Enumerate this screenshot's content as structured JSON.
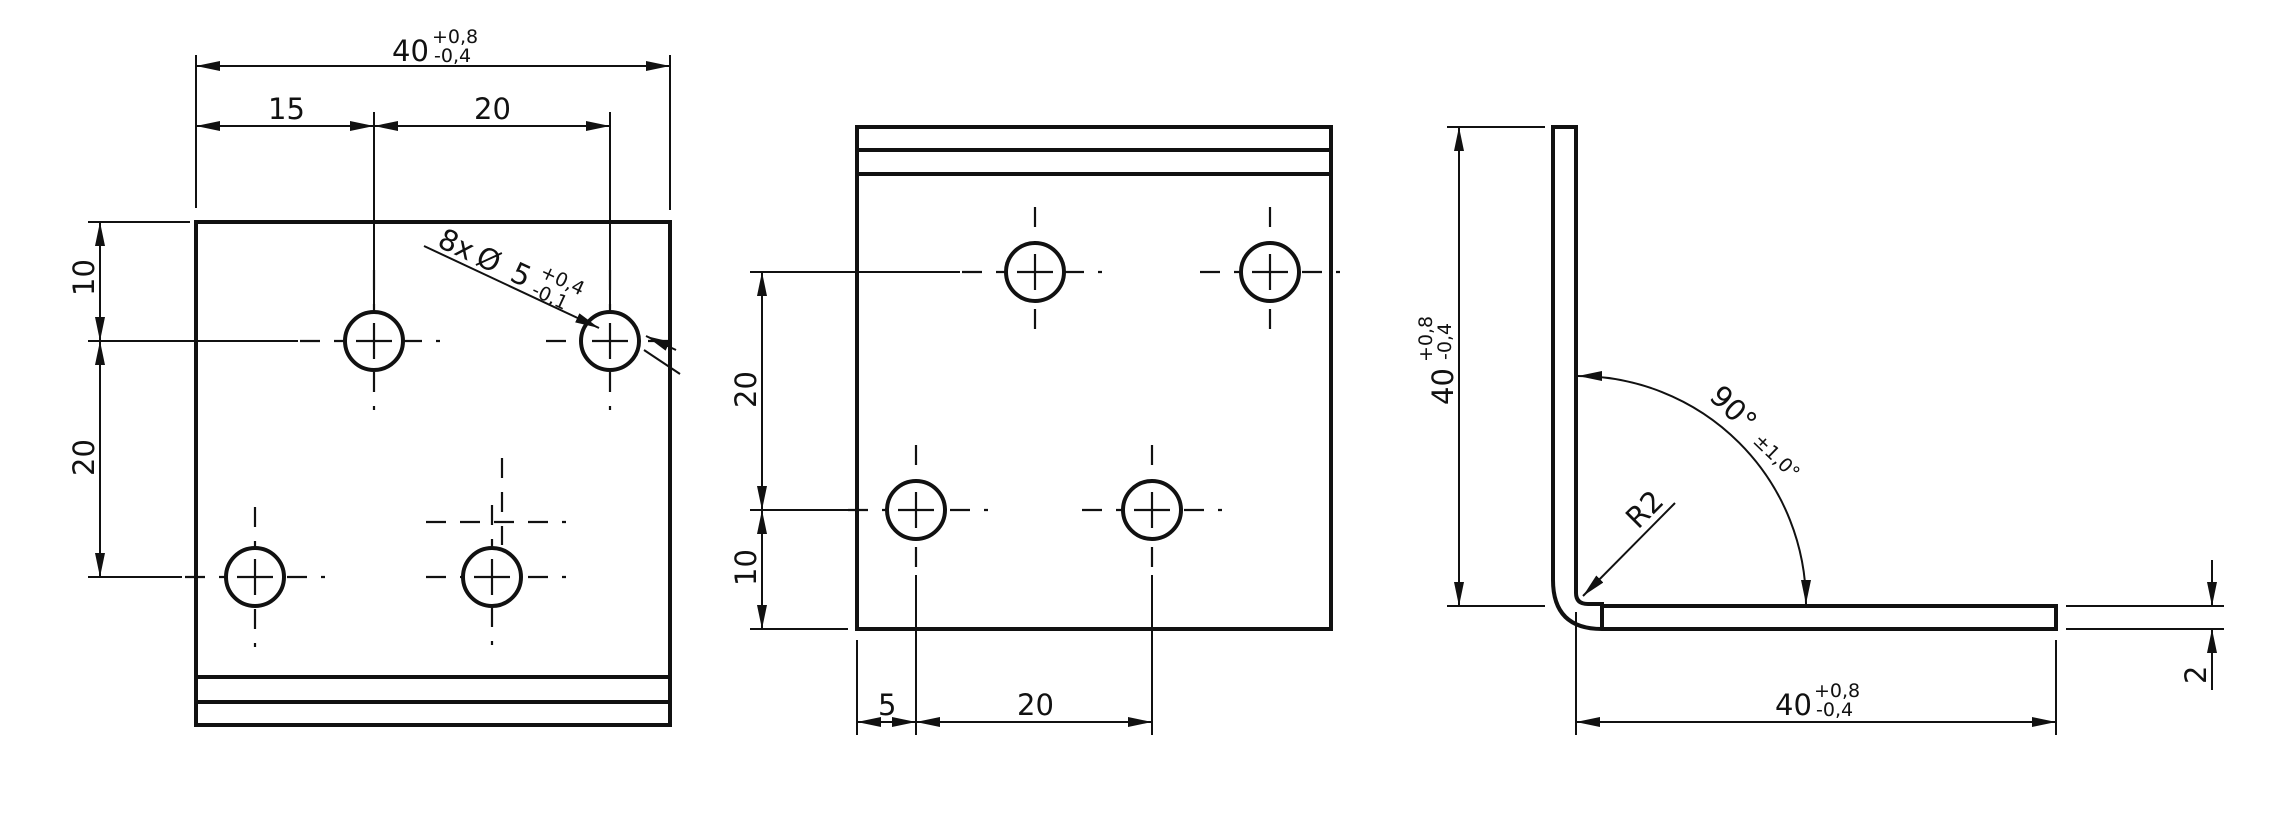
{
  "views": {
    "front": {
      "width": {
        "value": "40",
        "tol_upper": "+0,8",
        "tol_lower": "-0,4"
      },
      "hole_offset_x": "15",
      "hole_pitch_x": "20",
      "hole_offset_y": "10",
      "hole_pitch_y": "20",
      "hole_callout": {
        "count_prefix": "8x",
        "diameter_symbol": "Ø",
        "value": "5",
        "tol_upper": "+0,4",
        "tol_lower": "-0,1"
      }
    },
    "middle": {
      "hole_pitch_y": "20",
      "hole_offset_y": "10",
      "hole_offset_x": "5",
      "hole_pitch_x": "20"
    },
    "side": {
      "height": {
        "value": "40",
        "tol_upper": "+0,8",
        "tol_lower": "-0,4"
      },
      "angle": {
        "value": "90°",
        "tol": "±1,0°"
      },
      "radius": "R2",
      "thickness": "2",
      "length": {
        "value": "40",
        "tol_upper": "+0,8",
        "tol_lower": "-0,4"
      }
    }
  }
}
